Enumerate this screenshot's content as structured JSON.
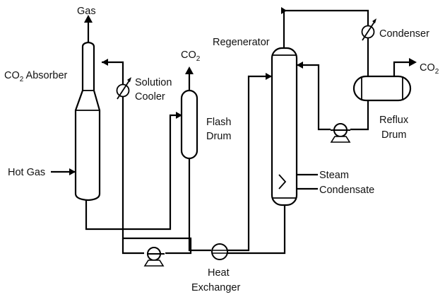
{
  "diagram": {
    "labels": {
      "gas": "Gas",
      "co2_absorber_prefix": "CO",
      "co2_absorber_sub": "2",
      "co2_absorber_suffix": " Absorber",
      "hot_gas": "Hot Gas",
      "solution": "Solution",
      "cooler": "Cooler",
      "flash_co2_prefix": "CO",
      "flash_co2_sub": "2",
      "flash": "Flash",
      "drum": "Drum",
      "regenerator": "Regenerator",
      "condenser": "Condenser",
      "reflux_co2_prefix": "CO",
      "reflux_co2_sub": "2",
      "reflux": "Reflux",
      "reflux_drum": "Drum",
      "steam": "Steam",
      "condensate": "Condensate",
      "heat": "Heat",
      "exchanger": "Exchanger"
    },
    "icons": {
      "pump": "pump-icon",
      "heat_exchanger": "heat-exchanger-icon",
      "control_valve": "control-valve-icon",
      "flow_arrow": "arrow-icon"
    }
  }
}
